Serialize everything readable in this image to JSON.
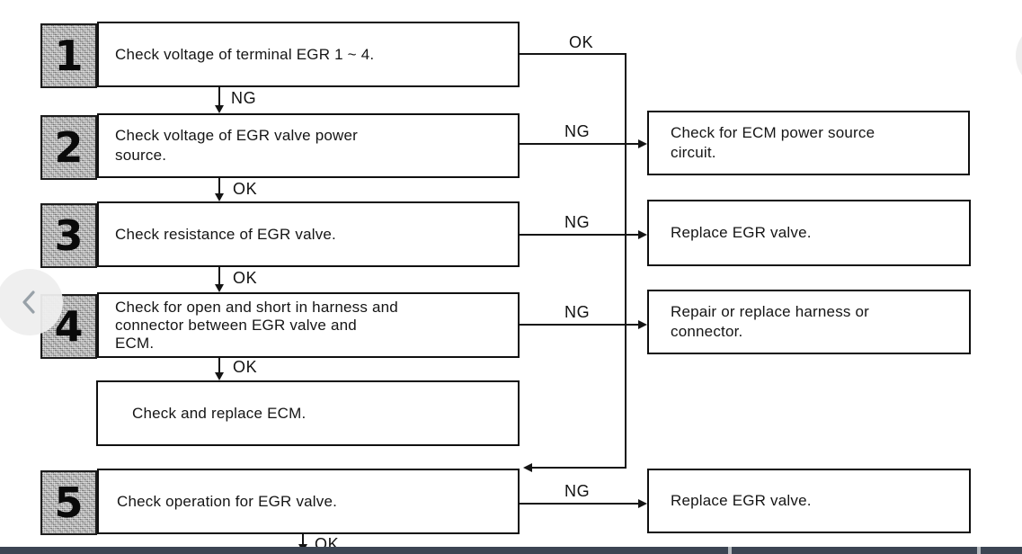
{
  "flowchart": {
    "steps": [
      {
        "number": "1",
        "lines": [
          "Check voltage of terminal EGR 1 ~ 4."
        ]
      },
      {
        "number": "2",
        "lines": [
          "Check voltage of EGR valve power",
          "source."
        ]
      },
      {
        "number": "3",
        "lines": [
          "Check resistance of EGR valve."
        ]
      },
      {
        "number": "4",
        "lines": [
          "Check for open and short in harness and",
          "connector between EGR valve and",
          "ECM."
        ]
      },
      {
        "number": "5",
        "lines": [
          "Check operation for EGR valve."
        ]
      }
    ],
    "final_step": {
      "lines": [
        "Check and replace ECM."
      ]
    },
    "actions": [
      {
        "lines": [
          "Check for ECM power source",
          "circuit."
        ]
      },
      {
        "lines": [
          "Replace EGR valve."
        ]
      },
      {
        "lines": [
          "Repair or replace harness or",
          "connector."
        ]
      },
      {
        "lines": [
          "Replace EGR valve."
        ]
      }
    ],
    "edge_labels": {
      "step1_ok": "OK",
      "step1_ng": "NG",
      "step2_ng": "NG",
      "step2_ok": "OK",
      "step3_ng": "NG",
      "step3_ok": "OK",
      "step4_ng": "NG",
      "step4_ok": "OK",
      "step5_ng": "NG",
      "step5_ok": "OK"
    }
  },
  "viewer": {
    "nav": {
      "prev_icon": "chevron-left-icon",
      "next_icon": "chevron-right-icon"
    },
    "colors": {
      "bottom_bar": "#3c4553",
      "bar_divider": "#b4b9be",
      "nav_circle": "#eeeeee",
      "nav_chevron": "#98a1a8",
      "line": "#141414",
      "badge_fill": "#b3b3b3"
    }
  }
}
